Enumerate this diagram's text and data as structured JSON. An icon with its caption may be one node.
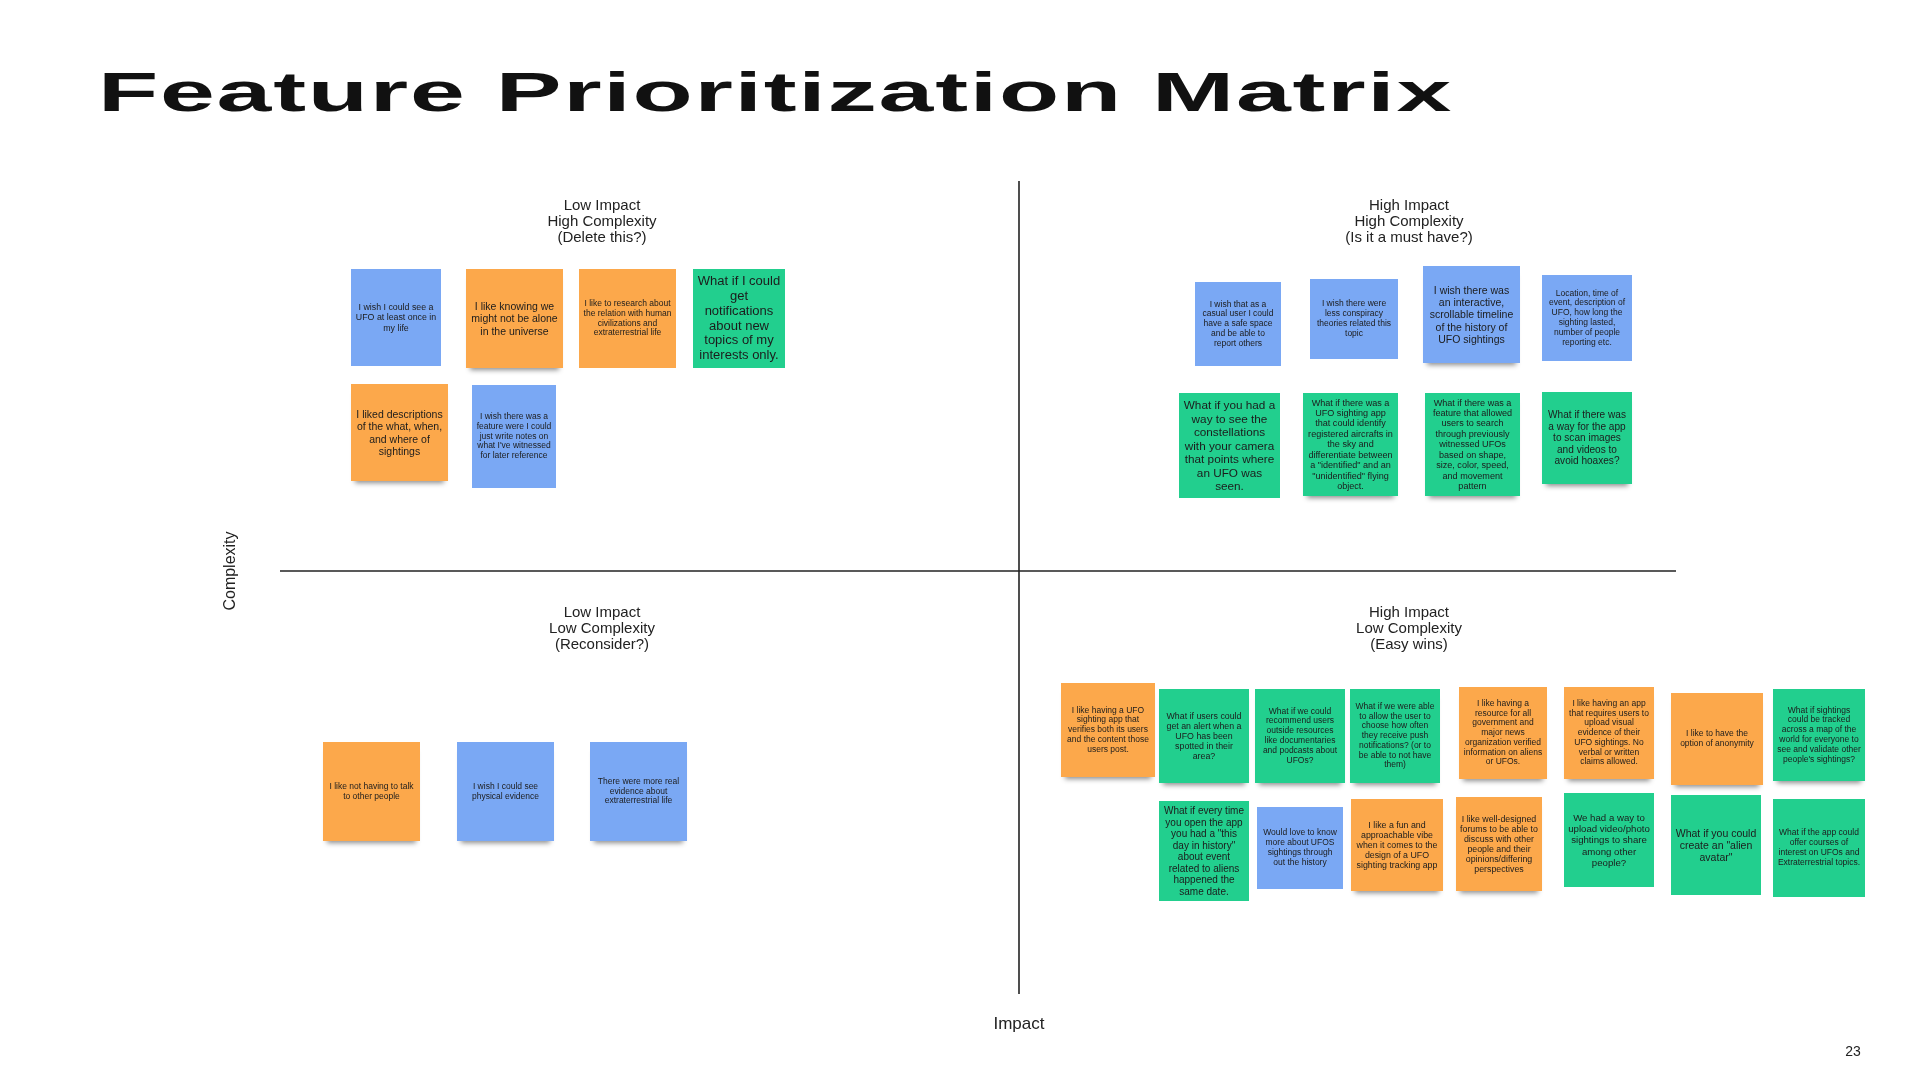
{
  "diagram": {
    "title": "Feature Prioritization Matrix",
    "nodes": [
      {
        "text": [
          "I wish I could see a UFO at least once in my life"
        ]
      },
      {
        "text": [
          "I like knowing we might not be alone in the universe"
        ]
      },
      {
        "text": [
          "I like to research about the relation with human civilizations and extraterrestrial life"
        ]
      },
      {
        "text": [
          "What if I could get notifications about new topics of my interests only."
        ]
      },
      {
        "text": [
          "I liked descriptions of the what, when, and where of sightings"
        ]
      },
      {
        "text": [
          "I wish there was a feature were I could just write notes on what I've witnessed for later reference"
        ]
      },
      {
        "text": [
          "I wish that as a casual user I could have a safe space and be able to report others"
        ]
      },
      {
        "text": [
          "I wish there were less conspiracy theories related this topic"
        ]
      },
      {
        "text": [
          "I wish there was an interactive, scrollable timeline of the history of UFO sightings"
        ]
      },
      {
        "text": [
          "Location, time of event, description of UFO, how long the sighting lasted, number of people reporting etc."
        ]
      },
      {
        "text": [
          "What if you had a way to see the constellations with your camera that points where an UFO was seen."
        ]
      },
      {
        "text": [
          "What if there was a UFO sighting app that could identify registered aircrafts in the sky and differentiate between a \"identified\" and an \"unidentified\" flying object."
        ]
      },
      {
        "text": [
          "What if there was a feature that allowed users to search through previously witnessed UFOs based on shape, size, color, speed, and movement pattern"
        ]
      },
      {
        "text": [
          "What if there was a way for the app to scan images and videos to avoid hoaxes?"
        ]
      },
      {
        "text": [
          "I like not having to talk to other people"
        ]
      },
      {
        "text": [
          "I wish I could see physical evidence"
        ]
      },
      {
        "text": [
          "There were more real evidence about extraterrestrial life"
        ]
      },
      {
        "text": [
          "I like having a UFO sighting app that verifies both its users and the content those users post."
        ]
      },
      {
        "text": [
          "What if users could get an alert when a UFO has been spotted in their area?"
        ]
      },
      {
        "text": [
          "What if we could recommend users outside resources like documentaries and podcasts about UFOs?"
        ]
      },
      {
        "text": [
          "What if we were able to allow the user to choose how often they receive push notifications? (or to be able to not have them)"
        ]
      },
      {
        "text": [
          "I like having a resource for all government and major news organization verified information on aliens or UFOs."
        ]
      },
      {
        "text": [
          "I like having an app that requires users to upload visual evidence of their UFO sightings. No verbal or written claims allowed."
        ]
      },
      {
        "text": [
          "I like to have the option of anonymity"
        ]
      },
      {
        "text": [
          "What if sightings could be tracked across a map of the world for everyone to see and validate other people's sightings?"
        ]
      },
      {
        "text": [
          "What if every time you open the app you had a \"this day in history\" about event related to aliens happened the same date."
        ]
      },
      {
        "text": [
          "Would love to know more about UFOS sightings through out the history"
        ]
      },
      {
        "text": [
          "I like a fun and approachable vibe when it comes to the design of a UFO sighting tracking app"
        ]
      },
      {
        "text": [
          "I like well-designed forums to be able to discuss with other people and their opinions/differing perspectives"
        ]
      },
      {
        "text": [
          "We had a way to upload video/photo sightings to share among other people?"
        ]
      },
      {
        "text": [
          "What if you could create an \"alien avatar\""
        ]
      },
      {
        "text": [
          "What if the app could offer courses of interest on UFOs and Extraterrestrial topics."
        ]
      }
    ],
    "labels": [
      "Low Impact High Complexity (Delete this?)",
      "High Impact High Complexity (Is it a must have?)",
      "Complexity",
      "Low Impact Low Complexity (Reconsider?)",
      "High Impact Low Complexity (Easy wins)",
      "Impact",
      "23"
    ]
  }
}
